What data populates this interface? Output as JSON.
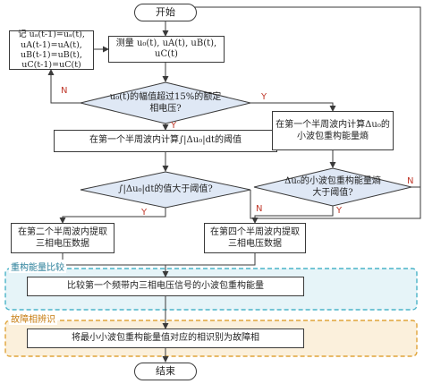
{
  "nodes": {
    "start": "开始",
    "record": "记 uₐ(t-1)=uₐ(t), uA(t-1)=uA(t), uB(t-1)=uB(t), uC(t-1)=uC(t)",
    "measure": "测量 u₀(t), uA(t), uB(t), uC(t)",
    "decision_amp": "u₀(t)的幅值超过15%的额定相电压?",
    "threshold": "在第一个半周波内计算∫|Δu₀|dt的阈值",
    "decision_integral": "∫|Δu₀|dt的值大于阈值?",
    "entropy_calc": "在第一个半周波内计算Δu₀的小波包重构能量熵",
    "decision_entropy": "Δu₀的小波包重构能量熵大于阈值?",
    "extract_2nd": "在第二个半周波内提取三相电压数据",
    "extract_4th": "在第四个半周波内提取三相电压数据",
    "compare": "比较第一个频带内三相电压信号的小波包重构能量",
    "identify": "将最小小波包重构能量值对应的相识别为故障相",
    "end": "结束"
  },
  "labels": {
    "yes": "Y",
    "no": "N"
  },
  "groups": {
    "compare_title": "重构能量比较",
    "identify_title": "故障相辨识"
  },
  "colors": {
    "line": "#3a3a3a",
    "diamond_fill": "#dfe8f5",
    "group1_border": "#4ab3c8",
    "group1_fill": "#e6f4f8",
    "group1_title": "#2a7f9a",
    "group2_border": "#e0a43a",
    "group2_fill": "#fbf0dc",
    "group2_title": "#c77d12",
    "yes_no": "#c0392b"
  }
}
